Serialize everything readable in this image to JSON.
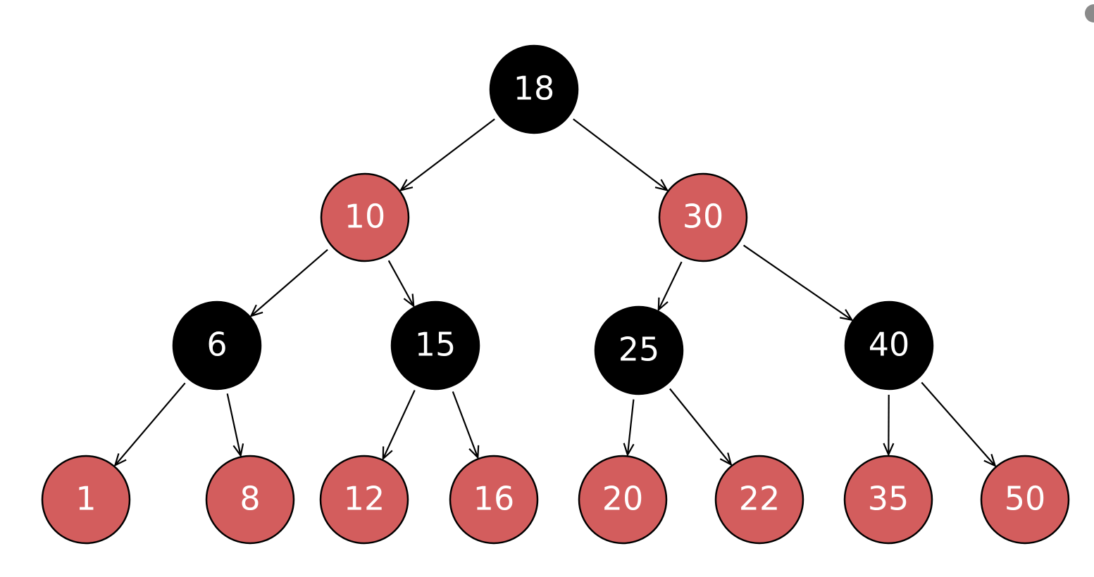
{
  "tree": {
    "colors": {
      "red": "#d35d5d",
      "black": "#000000",
      "stroke": "#000000",
      "text": "#ffffff"
    },
    "nodes": [
      {
        "id": "n18",
        "value": "18",
        "color": "black"
      },
      {
        "id": "n10",
        "value": "10",
        "color": "red"
      },
      {
        "id": "n30",
        "value": "30",
        "color": "red"
      },
      {
        "id": "n6",
        "value": "6",
        "color": "black"
      },
      {
        "id": "n15",
        "value": "15",
        "color": "black"
      },
      {
        "id": "n25",
        "value": "25",
        "color": "black"
      },
      {
        "id": "n40",
        "value": "40",
        "color": "black"
      },
      {
        "id": "n1",
        "value": "1",
        "color": "red"
      },
      {
        "id": "n8",
        "value": "8",
        "color": "red"
      },
      {
        "id": "n12",
        "value": "12",
        "color": "red"
      },
      {
        "id": "n16",
        "value": "16",
        "color": "red"
      },
      {
        "id": "n20",
        "value": "20",
        "color": "red"
      },
      {
        "id": "n22",
        "value": "22",
        "color": "red"
      },
      {
        "id": "n35",
        "value": "35",
        "color": "red"
      },
      {
        "id": "n50",
        "value": "50",
        "color": "red"
      }
    ],
    "edges": [
      {
        "from": "n18",
        "to": "n10"
      },
      {
        "from": "n18",
        "to": "n30"
      },
      {
        "from": "n10",
        "to": "n6"
      },
      {
        "from": "n10",
        "to": "n15"
      },
      {
        "from": "n30",
        "to": "n25"
      },
      {
        "from": "n30",
        "to": "n40"
      },
      {
        "from": "n6",
        "to": "n1"
      },
      {
        "from": "n6",
        "to": "n8"
      },
      {
        "from": "n15",
        "to": "n12"
      },
      {
        "from": "n15",
        "to": "n16"
      },
      {
        "from": "n25",
        "to": "n20"
      },
      {
        "from": "n25",
        "to": "n22"
      },
      {
        "from": "n40",
        "to": "n35"
      },
      {
        "from": "n40",
        "to": "n50"
      }
    ]
  }
}
